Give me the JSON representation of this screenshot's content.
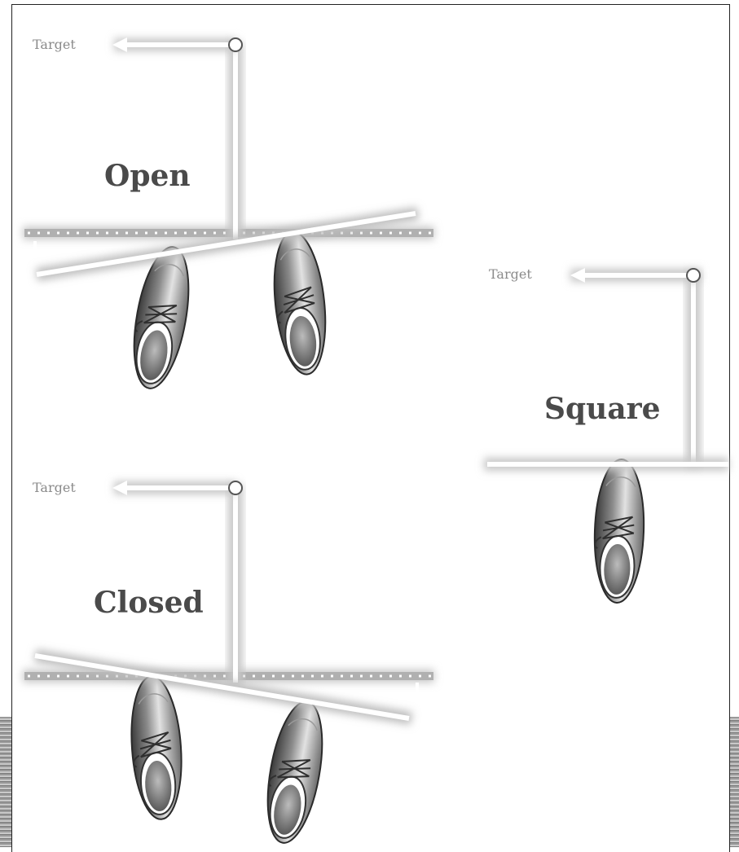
{
  "stances": {
    "open": {
      "label": "Open",
      "target_label": "Target"
    },
    "square": {
      "label": "Square",
      "target_label": "Target"
    },
    "closed": {
      "label": "Closed",
      "target_label": "Target"
    }
  },
  "colors": {
    "line_fill": "#ffffff",
    "glow": "#bdbdbd",
    "dotted_band": "#b0b0b0",
    "text_dark": "#4a4a4a",
    "text_light": "#8a8a8a",
    "shoe_dark": "#3a3a3a",
    "shoe_mid": "#8c8c8c",
    "shoe_light": "#e2e2e2"
  }
}
